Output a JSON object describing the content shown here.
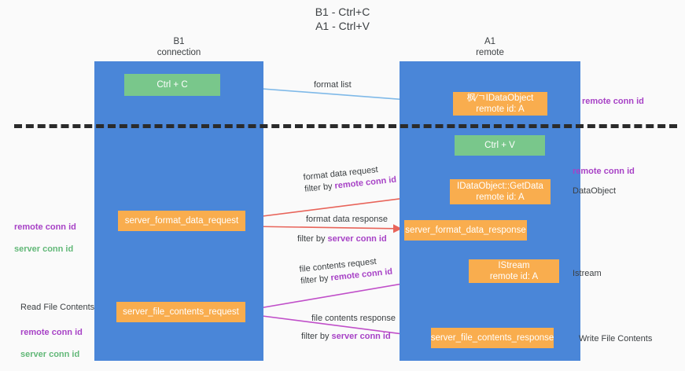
{
  "title": "B1 - Ctrl+C\nA1 - Ctrl+V",
  "lanes": [
    {
      "id": "b1",
      "header": "B1\nconnection"
    },
    {
      "id": "a1",
      "header": "A1\nremote"
    }
  ],
  "nodes": {
    "ctrl_c": {
      "label": "Ctrl + C",
      "color": "#79c78b"
    },
    "idataobject": {
      "label": "枫⁄ㄱIDataObject\nremote id: A",
      "color": "#f9ad4e"
    },
    "ctrl_v": {
      "label": "Ctrl + V",
      "color": "#79c78b"
    },
    "getdata": {
      "label": "IDataObject::GetData\nremote id: A",
      "color": "#f9ad4e"
    },
    "format_data_request": {
      "label": "server_format_data_request",
      "color": "#f9ad4e"
    },
    "format_data_response": {
      "label": "server_format_data_response",
      "color": "#f9ad4e"
    },
    "istream": {
      "label": "IStream\nremote id: A",
      "color": "#f9ad4e"
    },
    "file_contents_request": {
      "label": "server_file_contents_request",
      "color": "#f9ad4e"
    },
    "file_contents_response": {
      "label": "server_file_contents_response",
      "color": "#f9ad4e"
    }
  },
  "edges": {
    "format_list": {
      "label": "format list",
      "color": "#7fb9e8"
    },
    "format_data_request": {
      "line1": "format data request",
      "line2_prefix": "filter by ",
      "line2_highlight": "remote conn id",
      "color": "#e8645a"
    },
    "format_data_response": {
      "line1": "format data response",
      "line2_prefix": "filter by ",
      "line2_highlight": "server conn id",
      "color": "#e8645a"
    },
    "file_contents_request": {
      "line1": "file contents request",
      "line2_prefix": "filter by ",
      "line2_highlight": "remote conn id",
      "color": "#c04fc9"
    },
    "file_contents_response": {
      "line1": "file contents response",
      "line2_prefix": "filter by ",
      "line2_highlight": "server conn id",
      "color": "#c04fc9"
    }
  },
  "annotations": {
    "remote_conn_id_top": "remote conn id",
    "remote_conn_id_mid": "remote conn id",
    "dataobject": "DataObject",
    "istream": "Istream",
    "write_file_contents": "Write File Contents",
    "read_file_contents": "Read File Contents",
    "remote_conn_id_label": "remote conn id",
    "server_conn_id_label": "server conn id"
  },
  "colors": {
    "lane": "#4a86d8",
    "green_node": "#79c78b",
    "orange_node": "#f9ad4e",
    "purple_text": "#a742c6",
    "green_text": "#62b878",
    "divider": "#2b2b2b",
    "background": "#fafafa"
  }
}
